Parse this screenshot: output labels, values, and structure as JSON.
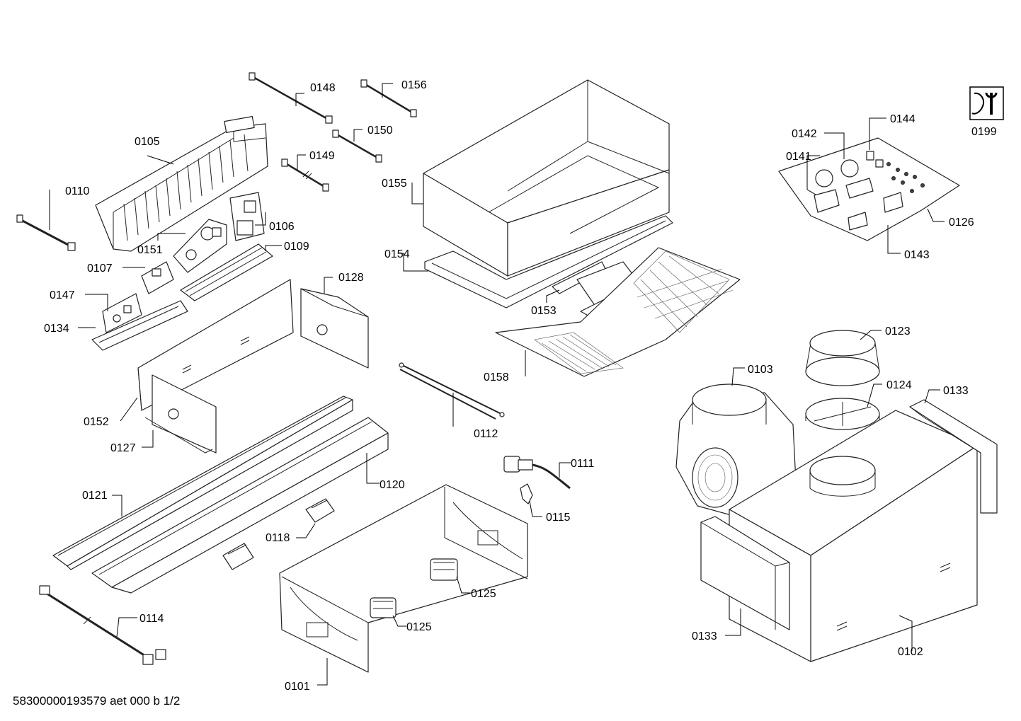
{
  "document_id": "58300000193579 aet 000 b 1/2",
  "service_icon": "wrench-icon",
  "parts": [
    {
      "key": "p0148",
      "label": "0148"
    },
    {
      "key": "p0156",
      "label": "0156"
    },
    {
      "key": "p0150",
      "label": "0150"
    },
    {
      "key": "p0149",
      "label": "0149"
    },
    {
      "key": "p0105",
      "label": "0105"
    },
    {
      "key": "p0110",
      "label": "0110"
    },
    {
      "key": "p0106",
      "label": "0106"
    },
    {
      "key": "p0151",
      "label": "0151"
    },
    {
      "key": "p0109",
      "label": "0109"
    },
    {
      "key": "p0107",
      "label": "0107"
    },
    {
      "key": "p0147",
      "label": "0147"
    },
    {
      "key": "p0134",
      "label": "0134"
    },
    {
      "key": "p0128",
      "label": "0128"
    },
    {
      "key": "p0155",
      "label": "0155"
    },
    {
      "key": "p0154",
      "label": "0154"
    },
    {
      "key": "p0153",
      "label": "0153"
    },
    {
      "key": "p0158",
      "label": "0158"
    },
    {
      "key": "p0152",
      "label": "0152"
    },
    {
      "key": "p0127",
      "label": "0127"
    },
    {
      "key": "p0112",
      "label": "0112"
    },
    {
      "key": "p0121",
      "label": "0121"
    },
    {
      "key": "p0120",
      "label": "0120"
    },
    {
      "key": "p0111",
      "label": "0111"
    },
    {
      "key": "p0115",
      "label": "0115"
    },
    {
      "key": "p0118",
      "label": "0118"
    },
    {
      "key": "p0125a",
      "label": "0125"
    },
    {
      "key": "p0125b",
      "label": "0125"
    },
    {
      "key": "p0114",
      "label": "0114"
    },
    {
      "key": "p0101",
      "label": "0101"
    },
    {
      "key": "p0199",
      "label": "0199"
    },
    {
      "key": "p0142",
      "label": "0142"
    },
    {
      "key": "p0144",
      "label": "0144"
    },
    {
      "key": "p0141",
      "label": "0141"
    },
    {
      "key": "p0126",
      "label": "0126"
    },
    {
      "key": "p0143",
      "label": "0143"
    },
    {
      "key": "p0123",
      "label": "0123"
    },
    {
      "key": "p0103",
      "label": "0103"
    },
    {
      "key": "p0124",
      "label": "0124"
    },
    {
      "key": "p0133a",
      "label": "0133"
    },
    {
      "key": "p0133b",
      "label": "0133"
    },
    {
      "key": "p0102",
      "label": "0102"
    }
  ]
}
